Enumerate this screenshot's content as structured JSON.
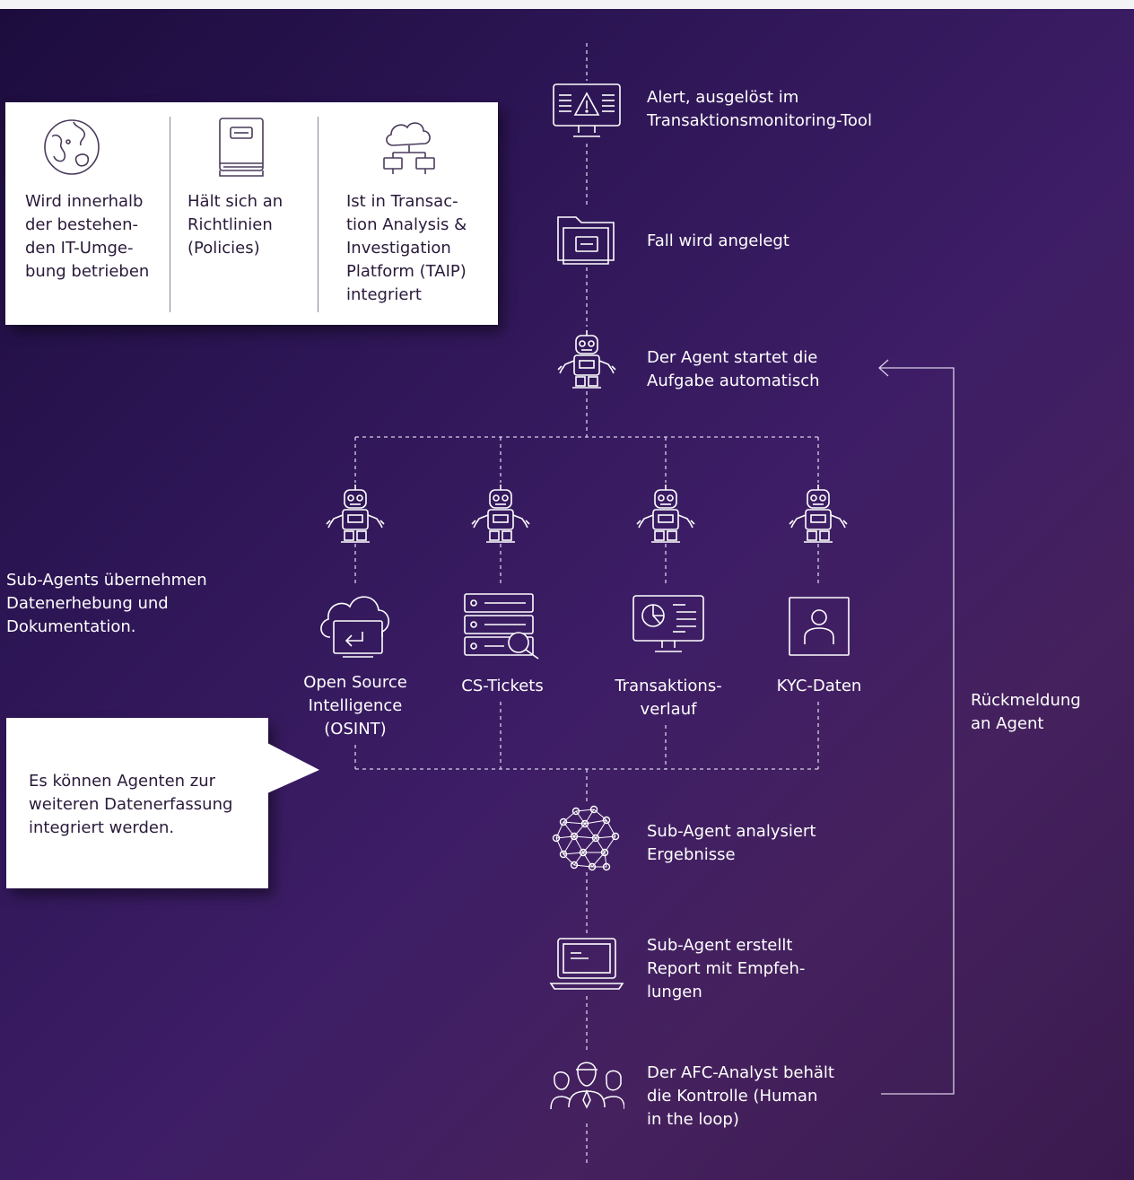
{
  "properties": [
    {
      "icon": "globe-icon",
      "text": "Wird innerhalb\nder bestehen-\nden IT-Umge-\nbung betrieben"
    },
    {
      "icon": "book-icon",
      "text": "Hält sich an\nRichtlinien\n(Policies)"
    },
    {
      "icon": "cloud-network-icon",
      "text": "Ist in Transac-\ntion Analysis &\nInvestigation\nPlatform (TAIP)\nintegriert"
    }
  ],
  "steps": {
    "alert": {
      "icon": "monitor-alert-icon",
      "text": "Alert, ausgelöst im\nTransaktionsmonitoring-Tool"
    },
    "case": {
      "icon": "folder-icon",
      "text": "Fall wird angelegt"
    },
    "agent": {
      "icon": "robot-icon",
      "text": "Der Agent startet die\nAufgabe automatisch"
    },
    "analyze": {
      "icon": "neural-network-icon",
      "text": "Sub-Agent analysiert\nErgebnisse"
    },
    "report": {
      "icon": "laptop-icon",
      "text": "Sub-Agent erstellt\nReport mit Empfeh-\nlungen"
    },
    "analyst": {
      "icon": "people-icon",
      "text": "Der AFC-Analyst behält\ndie Kontrolle (Human\nin the loop)"
    }
  },
  "sub_agents_note": "Sub-Agents übernehmen\nDatenerhebung und\nDokumentation.",
  "sources": [
    {
      "icon": "cloud-screen-icon",
      "label": "Open Source\nIntelligence\n(OSINT)"
    },
    {
      "icon": "server-search-icon",
      "label": "CS-Tickets"
    },
    {
      "icon": "monitor-chart-icon",
      "label": "Transaktions-\nverlauf"
    },
    {
      "icon": "person-frame-icon",
      "label": "KYC-Daten"
    }
  ],
  "callout": "Es können Agenten zur\nweiteren Datenerfassung\nintegriert werden.",
  "feedback": "Rückmeldung\nan Agent",
  "colors": {
    "line": "#d8d0e8",
    "box": "#ffffff",
    "box_text": "#2a1a3a"
  }
}
